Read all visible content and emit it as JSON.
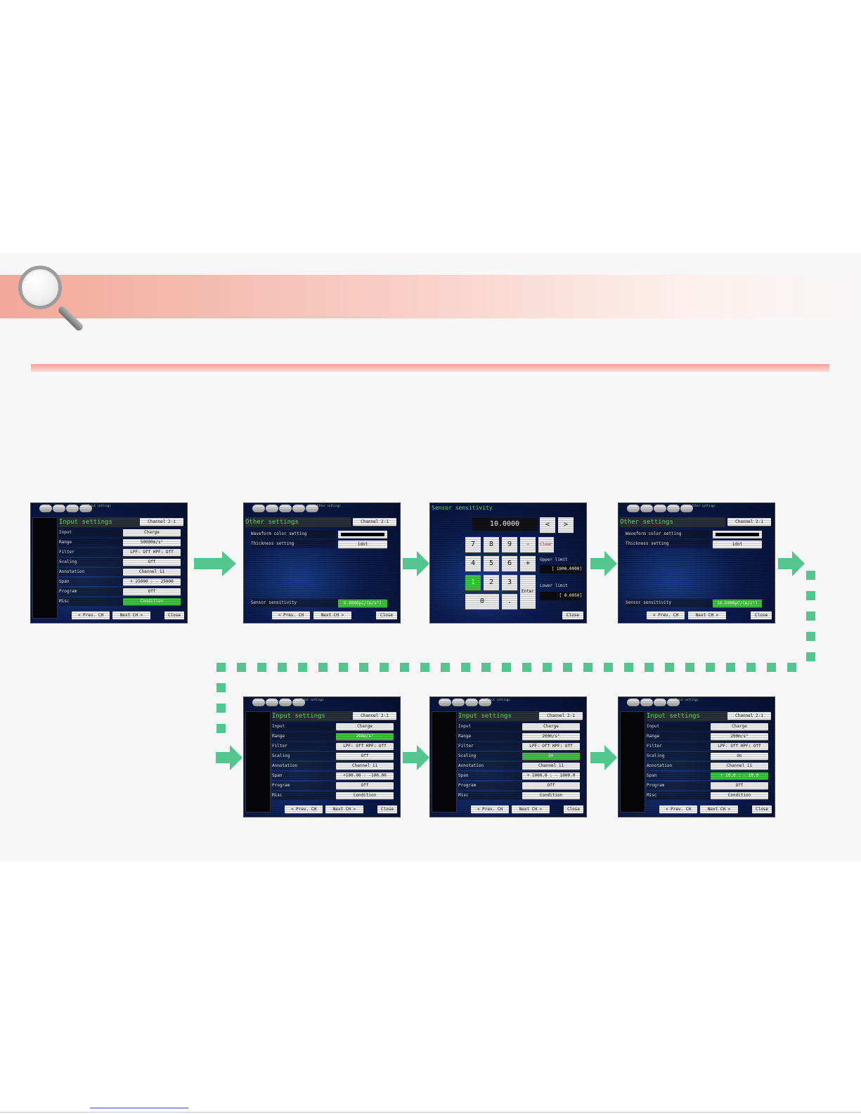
{
  "colors": {
    "arrow": "#55c58f",
    "highlight": "#3ec43e",
    "title_text": "#5ee45e",
    "banner": "#f2a99b"
  },
  "icons": [
    "magnifier-icon",
    "toolbar-button-icon",
    "flow-arrow-icon"
  ],
  "s1": {
    "toolbar_caption": "Input settings",
    "title": "Input settings",
    "channel": "Channel 2-1",
    "rows": [
      {
        "label": "Input",
        "value": "Charge"
      },
      {
        "label": "Range",
        "value": "50000m/s²"
      },
      {
        "label": "Filter",
        "value": "LPF: Off HPF: Off"
      },
      {
        "label": "Scaling",
        "value": "Off"
      },
      {
        "label": "Annotation",
        "value": "Channel 11"
      },
      {
        "label": "Span",
        "value": "+ 25000 : - 25000"
      },
      {
        "label": "Program",
        "value": "Off"
      },
      {
        "label": "Misc",
        "value": "Condition"
      }
    ],
    "prev": "< Prev. CH",
    "next": "Next CH >",
    "close": "Close"
  },
  "s2": {
    "toolbar_caption": "Other settings",
    "title": "Other settings",
    "channel": "Channel 2-1",
    "waveform": "Waveform color setting",
    "thickness": "Thickness setting",
    "thickness_value": "1dot",
    "sensor": "Sensor sensitivity",
    "sensor_value": "0.0000pC/(m/s²)",
    "prev": "< Prev. CH",
    "next": "Next CH >",
    "close": "Close"
  },
  "s3": {
    "title": "Sensor sensitivity",
    "display": "10.0000",
    "k7": "7",
    "k8": "8",
    "k9": "9",
    "kminus": "-",
    "clear": "Clear",
    "k4": "4",
    "k5": "5",
    "k6": "6",
    "kplus": "+",
    "k1": "1",
    "k2": "2",
    "k3": "3",
    "enter": "Enter",
    "k0": "0",
    "kdot": ".",
    "kleft": "<",
    "kright": ">",
    "upper_label": "Upper limit",
    "upper_value": "[ 1000.0000]",
    "lower_label": "Lower limit",
    "lower_value": "[    0.0050]",
    "close": "Close"
  },
  "s4": {
    "toolbar_caption": "Other settings",
    "title": "Other settings",
    "channel": "Channel 2-1",
    "waveform": "Waveform color setting",
    "thickness": "Thickness setting",
    "thickness_value": "1dot",
    "sensor": "Sensor sensitivity",
    "sensor_value": "10.0000pC/(m/s²)",
    "prev": "< Prev. CH",
    "next": "Next CH >",
    "close": "Close"
  },
  "s5": {
    "toolbar_caption": "Input settings",
    "title": "Input settings",
    "channel": "Channel 2-1",
    "rows": [
      {
        "label": "Input",
        "value": "Charge"
      },
      {
        "label": "Range",
        "value": "200m/s²"
      },
      {
        "label": "Filter",
        "value": "LPF: Off HPF: Off"
      },
      {
        "label": "Scaling",
        "value": "Off"
      },
      {
        "label": "Annotation",
        "value": "Channel 11"
      },
      {
        "label": "Span",
        "value": "+100.00 : -100.00"
      },
      {
        "label": "Program",
        "value": "Off"
      },
      {
        "label": "Misc",
        "value": "Condition"
      }
    ],
    "prev": "< Prev. CH",
    "next": "Next CH >",
    "close": "Close"
  },
  "s6": {
    "toolbar_caption": "Input settings",
    "title": "Input settings",
    "channel": "Channel 2-1",
    "rows": [
      {
        "label": "Input",
        "value": "Charge"
      },
      {
        "label": "Range",
        "value": "200m/s²"
      },
      {
        "label": "Filter",
        "value": "LPF: Off HPF: Off"
      },
      {
        "label": "Scaling",
        "value": "On"
      },
      {
        "label": "Annotation",
        "value": "Channel 11"
      },
      {
        "label": "Span",
        "value": "+ 1000.0 : - 1000.0"
      },
      {
        "label": "Program",
        "value": "Off"
      },
      {
        "label": "Misc",
        "value": "Condition"
      }
    ],
    "prev": "< Prev. CH",
    "next": "Next CH >",
    "close": "Close"
  },
  "s7": {
    "toolbar_caption": "Input settings",
    "title": "Input settings",
    "channel": "Channel 2-1",
    "rows": [
      {
        "label": "Input",
        "value": "Charge"
      },
      {
        "label": "Range",
        "value": "200m/s²"
      },
      {
        "label": "Filter",
        "value": "LPF: Off HPF: Off"
      },
      {
        "label": "Scaling",
        "value": "On"
      },
      {
        "label": "Annotation",
        "value": "Channel 11"
      },
      {
        "label": "Span",
        "value": "+  10.0 : -   10.0"
      },
      {
        "label": "Program",
        "value": "Off"
      },
      {
        "label": "Misc",
        "value": "Condition"
      }
    ],
    "prev": "< Prev. CH",
    "next": "Next CH >",
    "close": "Close"
  }
}
